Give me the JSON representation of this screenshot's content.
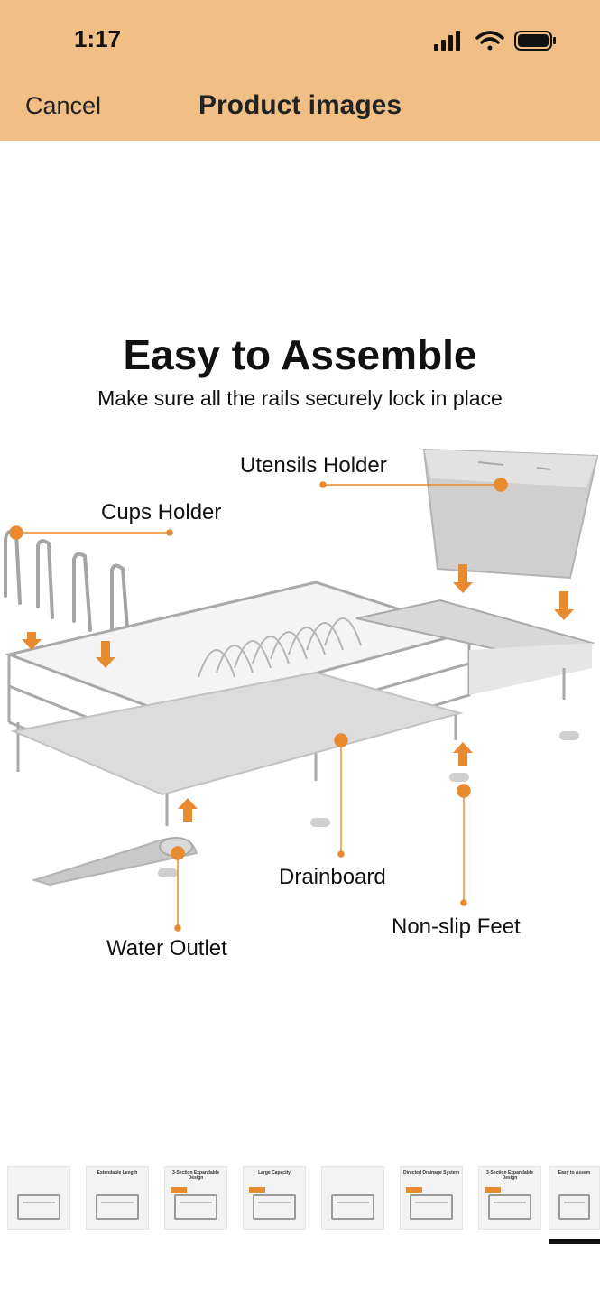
{
  "status_bar": {
    "time": "1:17"
  },
  "header": {
    "cancel_label": "Cancel",
    "title": "Product images"
  },
  "product": {
    "title": "Easy to Assemble",
    "subtitle": "Make sure all the rails securely lock in place",
    "callouts": {
      "utensils": "Utensils Holder",
      "cups": "Cups Holder",
      "drainboard": "Drainboard",
      "feet": "Non-slip Feet",
      "outlet": "Water Outlet"
    }
  },
  "thumbnails": [
    {
      "label": ""
    },
    {
      "label": "Extendable Length"
    },
    {
      "label": "3-Section Expandable Design"
    },
    {
      "label": "Large Capacity"
    },
    {
      "label": ""
    },
    {
      "label": "Directed Drainage System"
    },
    {
      "label": "3-Section Expandable Design"
    },
    {
      "label": "Easy to Assem"
    }
  ],
  "colors": {
    "header_bg": "#f1bf86",
    "accent": "#e88a2f",
    "steel": "#a9a9a9"
  }
}
